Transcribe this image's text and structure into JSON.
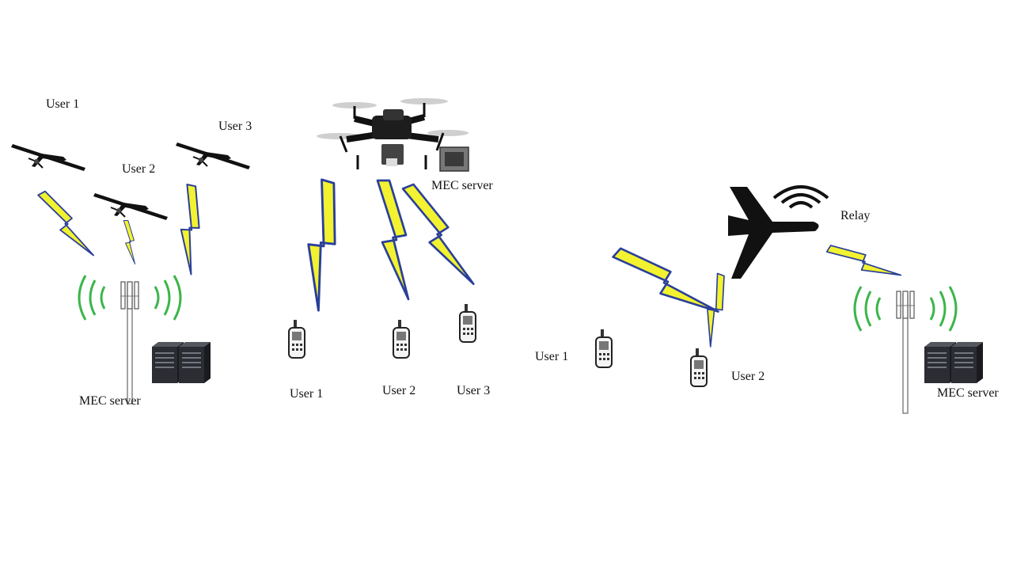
{
  "panel_a": {
    "labels": {
      "uav_user_1": "User 1",
      "uav_user_2": "User 2",
      "uav_user_3": "User 3",
      "mec_server": "MEC server"
    }
  },
  "panel_b": {
    "labels": {
      "mec_server": "MEC server",
      "user_1": "User 1",
      "user_2": "User 2",
      "user_3": "User 3"
    }
  },
  "panel_c": {
    "labels": {
      "relay": "Relay",
      "user_1": "User 1",
      "user_2": "User 2",
      "mec_server": "MEC server"
    }
  },
  "colors": {
    "bolt_fill": "#f2f230",
    "bolt_edge": "#2a3f9a",
    "signal_wave": "#3bb54a",
    "silhouette": "#111111",
    "server_body": "#2b2d33"
  }
}
